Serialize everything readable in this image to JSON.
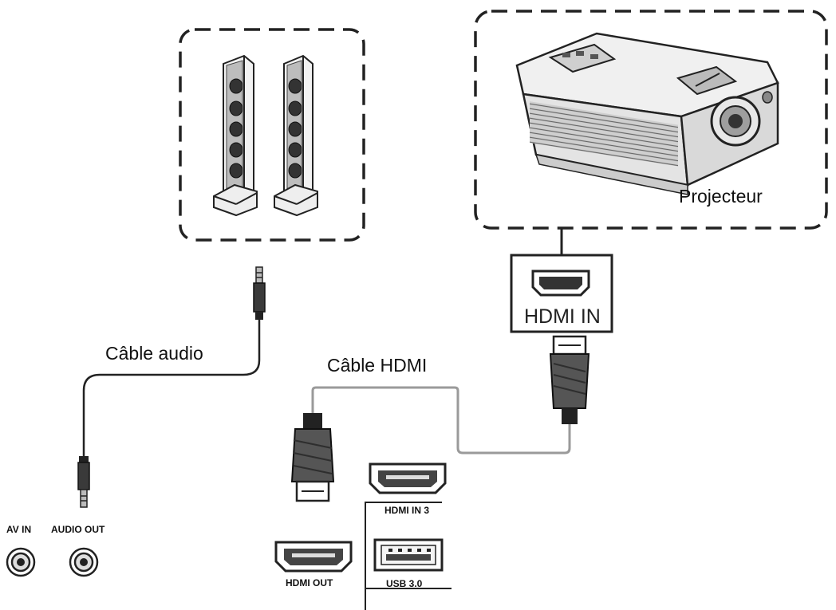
{
  "labels": {
    "projector": "Projecteur",
    "hdmi_in_projector": "HDMI IN",
    "audio_cable": "Câble audio",
    "hdmi_cable": "Câble HDMI",
    "av_in": "AV IN",
    "audio_out": "AUDIO OUT",
    "hdmi_out": "HDMI OUT",
    "hdmi_in_3": "HDMI IN 3",
    "usb_3": "USB 3.0"
  },
  "icons": {
    "speakers": "speaker-pair-icon",
    "projector": "projector-icon",
    "audio_plug": "audio-jack-plug-icon",
    "hdmi_plug": "hdmi-plug-icon",
    "hdmi_port": "hdmi-port-icon",
    "usb_port": "usb-port-icon",
    "audio_port": "audio-port-icon"
  },
  "colors": {
    "line": "#222222",
    "cable": "#9a9a9a",
    "plug_body": "#555555"
  }
}
